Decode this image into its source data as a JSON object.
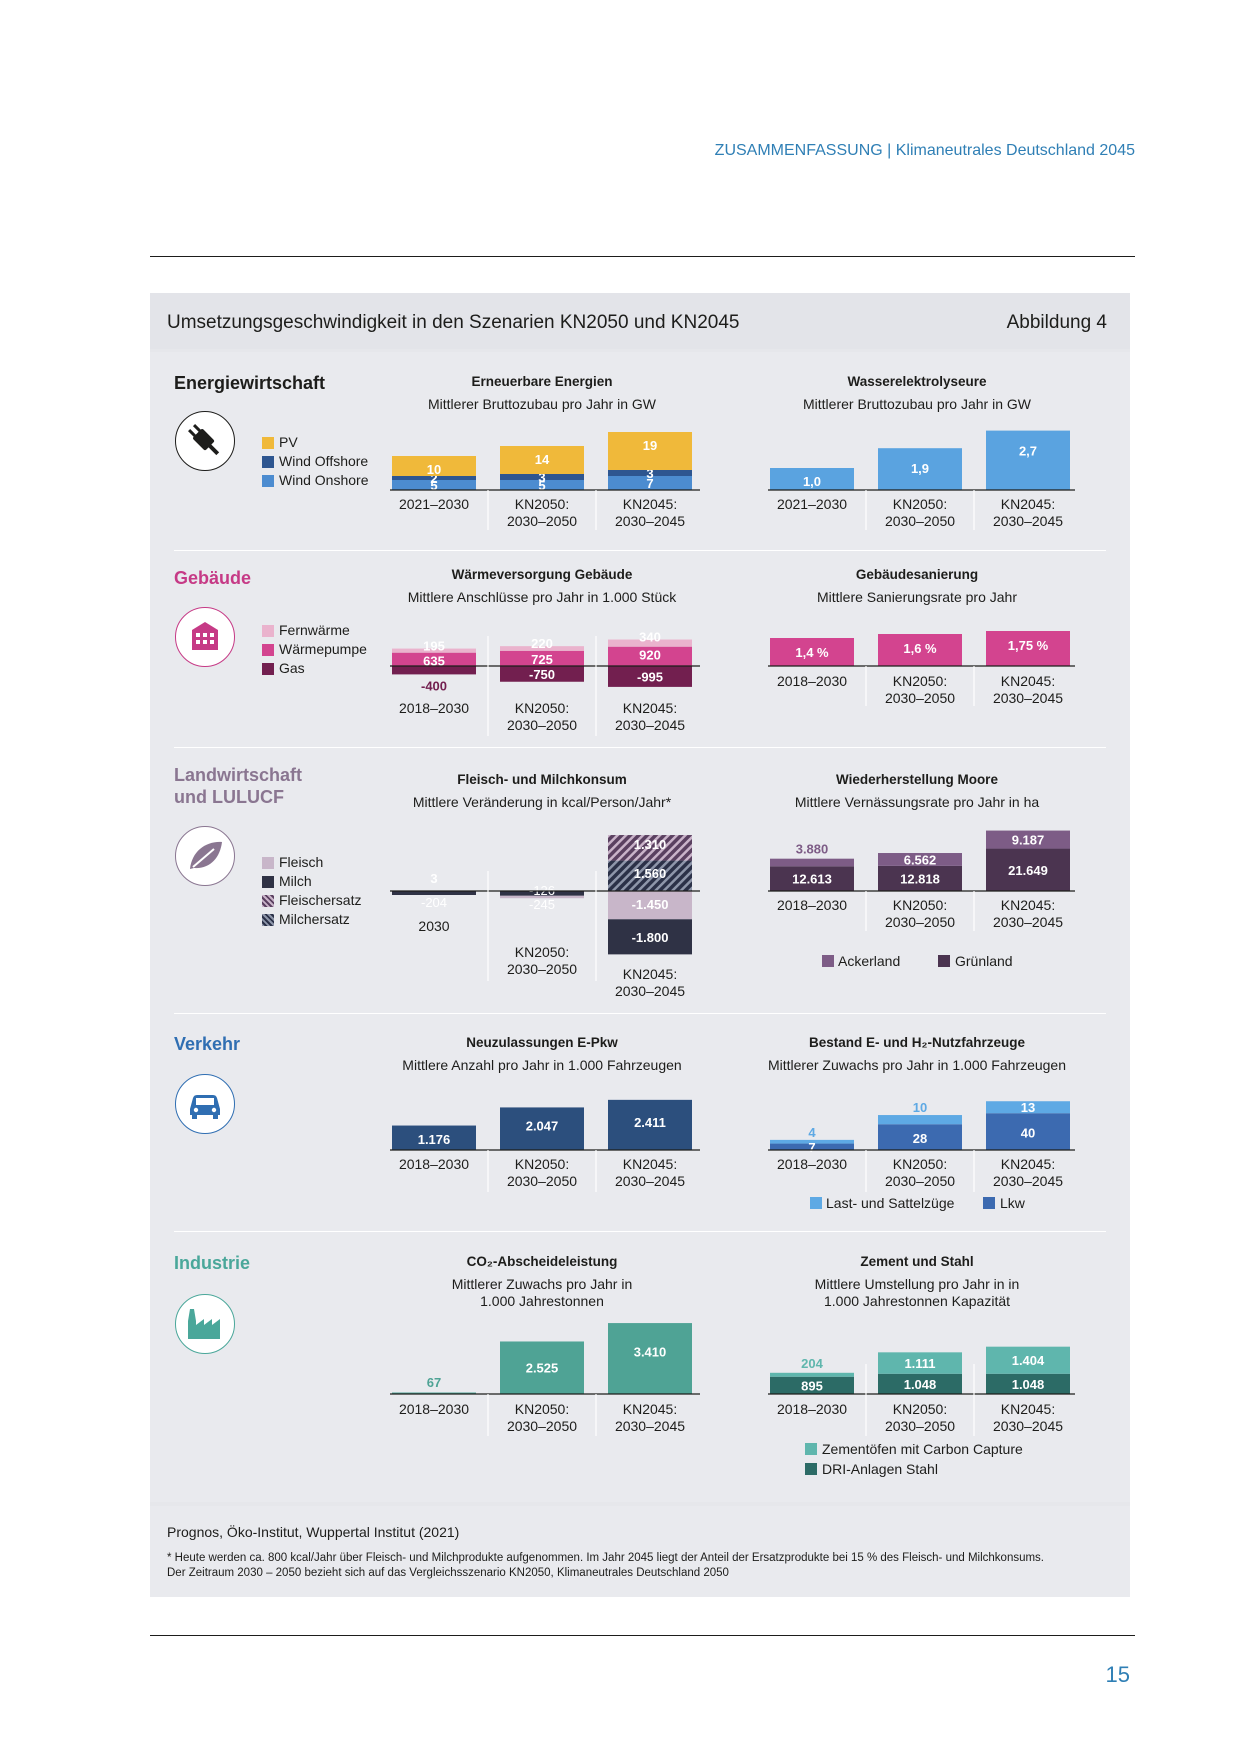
{
  "header": {
    "running_title": "ZUSAMMENFASSUNG | Klimaneutrales Deutschland 2045"
  },
  "figure": {
    "title": "Umsetzungsgeschwindigkeit in den Szenarien KN2050 und KN2045",
    "label": "Abbildung 4"
  },
  "colors": {
    "pv": "#f0b93a",
    "wind_offshore": "#2e5690",
    "wind_onshore": "#4c8cd0",
    "wasser": "#5aa3e0",
    "fernwaerme": "#eab3cd",
    "waermepumpe": "#d3448f",
    "gas": "#721f4f",
    "fleisch": "#c8b6c9",
    "milch": "#2f3245",
    "ackerland": "#7d5c86",
    "gruenland": "#4b3450",
    "epkw": "#2c4f7d",
    "lkw": "#3c6ab0",
    "sattelzuege": "#5ea9e4",
    "co2": "#4fa395",
    "zement": "#5fb6ad",
    "dri": "#2c6b66",
    "energie_title": "#1d1d1b",
    "gebaeude_title": "#c63a86",
    "landwirtschaft_title": "#8a7691",
    "verkehr_title": "#2f6eb2",
    "industrie_title": "#4aa79a"
  },
  "sections": [
    {
      "title": "Energiewirtschaft",
      "icon": "plug-icon",
      "legend": [
        "PV",
        "Wind Offshore",
        "Wind Onshore"
      ]
    },
    {
      "title": "Gebäude",
      "icon": "building-icon",
      "legend": [
        "Fernwärme",
        "Wärmepumpe",
        "Gas"
      ]
    },
    {
      "title": "Landwirtschaft\nund LULUCF",
      "icon": "leaf-icon",
      "legend": [
        "Fleisch",
        "Milch",
        "Fleischersatz",
        "Milchersatz"
      ]
    },
    {
      "title": "Verkehr",
      "icon": "car-icon"
    },
    {
      "title": "Industrie",
      "icon": "factory-icon"
    }
  ],
  "chart_data": [
    {
      "id": "erneuerbare",
      "type": "bar",
      "stacked": true,
      "title": "Erneuerbare Energien",
      "subtitle": "Mittlerer Bruttozubau pro Jahr in GW",
      "categories": [
        "2021–2030",
        "KN2050:\n2030–2050",
        "KN2045:\n2030–2045"
      ],
      "series": [
        {
          "name": "Wind Onshore",
          "values": [
            5,
            5,
            7
          ]
        },
        {
          "name": "Wind Offshore",
          "values": [
            2,
            3,
            3
          ]
        },
        {
          "name": "PV",
          "values": [
            10,
            14,
            19
          ]
        }
      ]
    },
    {
      "id": "wasserelektrolyse",
      "type": "bar",
      "title": "Wasserelektrolyseure",
      "subtitle": "Mittlerer Bruttozubau pro Jahr in GW",
      "categories": [
        "2021–2030",
        "KN2050:\n2030–2050",
        "KN2045:\n2030–2045"
      ],
      "values": [
        1.0,
        1.9,
        2.7
      ],
      "labels": [
        "1,0",
        "1,9",
        "2,7"
      ]
    },
    {
      "id": "waermeversorgung",
      "type": "bar",
      "stacked": true,
      "title": "Wärmeversorgung Gebäude",
      "subtitle": "Mittlere Anschlüsse pro Jahr in 1.000 Stück",
      "categories": [
        "2018–2030",
        "KN2050:\n2030–2050",
        "KN2045:\n2030–2045"
      ],
      "series": [
        {
          "name": "Wärmepumpe",
          "values": [
            635,
            725,
            920
          ]
        },
        {
          "name": "Fernwärme",
          "values": [
            195,
            220,
            340
          ]
        },
        {
          "name": "Gas",
          "values": [
            -400,
            -750,
            -995
          ]
        }
      ]
    },
    {
      "id": "gebaeudesanierung",
      "type": "bar",
      "title": "Gebäudesanierung",
      "subtitle": "Mittlere Sanierungsrate pro Jahr",
      "categories": [
        "2018–2030",
        "KN2050:\n2030–2050",
        "KN2045:\n2030–2045"
      ],
      "values": [
        1.4,
        1.6,
        1.75
      ],
      "labels": [
        "1,4 %",
        "1,6 %",
        "1,75 %"
      ]
    },
    {
      "id": "fleisch_milch",
      "type": "bar",
      "stacked": true,
      "title": "Fleisch- und Milchkonsum",
      "subtitle": "Mittlere Veränderung in kcal/Person/Jahr*",
      "categories": [
        "2030",
        "KN2050:\n2030–2050",
        "KN2045:\n2030–2045"
      ],
      "series": [
        {
          "name": "Fleischersatz",
          "values": [
            0,
            0,
            1310
          ]
        },
        {
          "name": "Milchersatz",
          "values": [
            3,
            0,
            1560
          ]
        },
        {
          "name": "Fleisch",
          "values": [
            0,
            -126,
            -1450
          ]
        },
        {
          "name": "Milch",
          "values": [
            -204,
            -245,
            -1800
          ]
        }
      ],
      "data_labels": [
        [
          "3",
          "-204"
        ],
        [
          "-126",
          "-245"
        ],
        [
          "1.310",
          "1.560",
          "-1.450",
          "-1.800"
        ]
      ]
    },
    {
      "id": "moore",
      "type": "bar",
      "stacked": true,
      "title": "Wiederherstellung Moore",
      "subtitle": "Mittlere Vernässungsrate pro Jahr in ha",
      "categories": [
        "2018–2030",
        "KN2050:\n2030–2050",
        "KN2045:\n2030–2045"
      ],
      "series": [
        {
          "name": "Grünland",
          "values": [
            12613,
            12818,
            21649
          ]
        },
        {
          "name": "Ackerland",
          "values": [
            3880,
            6562,
            9187
          ]
        }
      ],
      "data_labels": [
        [
          "12.613",
          "3.880"
        ],
        [
          "12.818",
          "6.562"
        ],
        [
          "21.649",
          "9.187"
        ]
      ],
      "legend": [
        "Ackerland",
        "Grünland"
      ]
    },
    {
      "id": "epkw",
      "type": "bar",
      "title": "Neuzulassungen E-Pkw",
      "subtitle": "Mittlere Anzahl pro Jahr in 1.000 Fahrzeugen",
      "categories": [
        "2018–2030",
        "KN2050:\n2030–2050",
        "KN2045:\n2030–2045"
      ],
      "values": [
        1176,
        2047,
        2411
      ],
      "labels": [
        "1.176",
        "2.047",
        "2.411"
      ]
    },
    {
      "id": "nutzfahrzeuge",
      "type": "bar",
      "stacked": true,
      "title": "Bestand E- und H₂-Nutzfahrzeuge",
      "subtitle": "Mittlerer Zuwachs pro Jahr in 1.000 Fahrzeugen",
      "categories": [
        "2018–2030",
        "KN2050:\n2030–2050",
        "KN2045:\n2030–2045"
      ],
      "series": [
        {
          "name": "Lkw",
          "values": [
            7,
            28,
            40
          ]
        },
        {
          "name": "Last- und Sattelzüge",
          "values": [
            4,
            10,
            13
          ]
        }
      ],
      "legend": [
        "Last- und Sattelzüge",
        "Lkw"
      ]
    },
    {
      "id": "co2",
      "type": "bar",
      "title": "CO₂-Abscheideleistung",
      "subtitle": "Mittlerer Zuwachs pro Jahr in\n1.000 Jahrestonnen",
      "categories": [
        "2018–2030",
        "KN2050:\n2030–2050",
        "KN2045:\n2030–2045"
      ],
      "values": [
        67,
        2525,
        3410
      ],
      "labels": [
        "67",
        "2.525",
        "3.410"
      ]
    },
    {
      "id": "zement_stahl",
      "type": "bar",
      "stacked": true,
      "title": "Zement und Stahl",
      "subtitle": "Mittlere Umstellung pro Jahr in in\n1.000 Jahrestonnen Kapazität",
      "categories": [
        "2018–2030",
        "KN2050:\n2030–2050",
        "KN2045:\n2030–2045"
      ],
      "series": [
        {
          "name": "DRI-Anlagen Stahl",
          "values": [
            895,
            1048,
            1048
          ]
        },
        {
          "name": "Zementöfen mit Carbon Capture",
          "values": [
            204,
            1111,
            1404
          ]
        }
      ],
      "data_labels": [
        [
          "895",
          "204"
        ],
        [
          "1.048",
          "1.111"
        ],
        [
          "1.048",
          "1.404"
        ]
      ],
      "legend": [
        "Zementöfen mit Carbon Capture",
        "DRI-Anlagen Stahl"
      ]
    }
  ],
  "source": "Prognos, Öko-Institut, Wuppertal Institut (2021)",
  "footnote": "* Heute werden ca. 800 kcal/Jahr über Fleisch- und Milchprodukte aufgenommen. Im Jahr 2045 liegt der Anteil der Ersatzprodukte bei 15 % des Fleisch- und Milchkonsums.\nDer Zeitraum 2030 – 2050 bezieht sich auf das Vergleichsszenario KN2050, Klimaneutrales Deutschland 2050",
  "page_number": "15"
}
